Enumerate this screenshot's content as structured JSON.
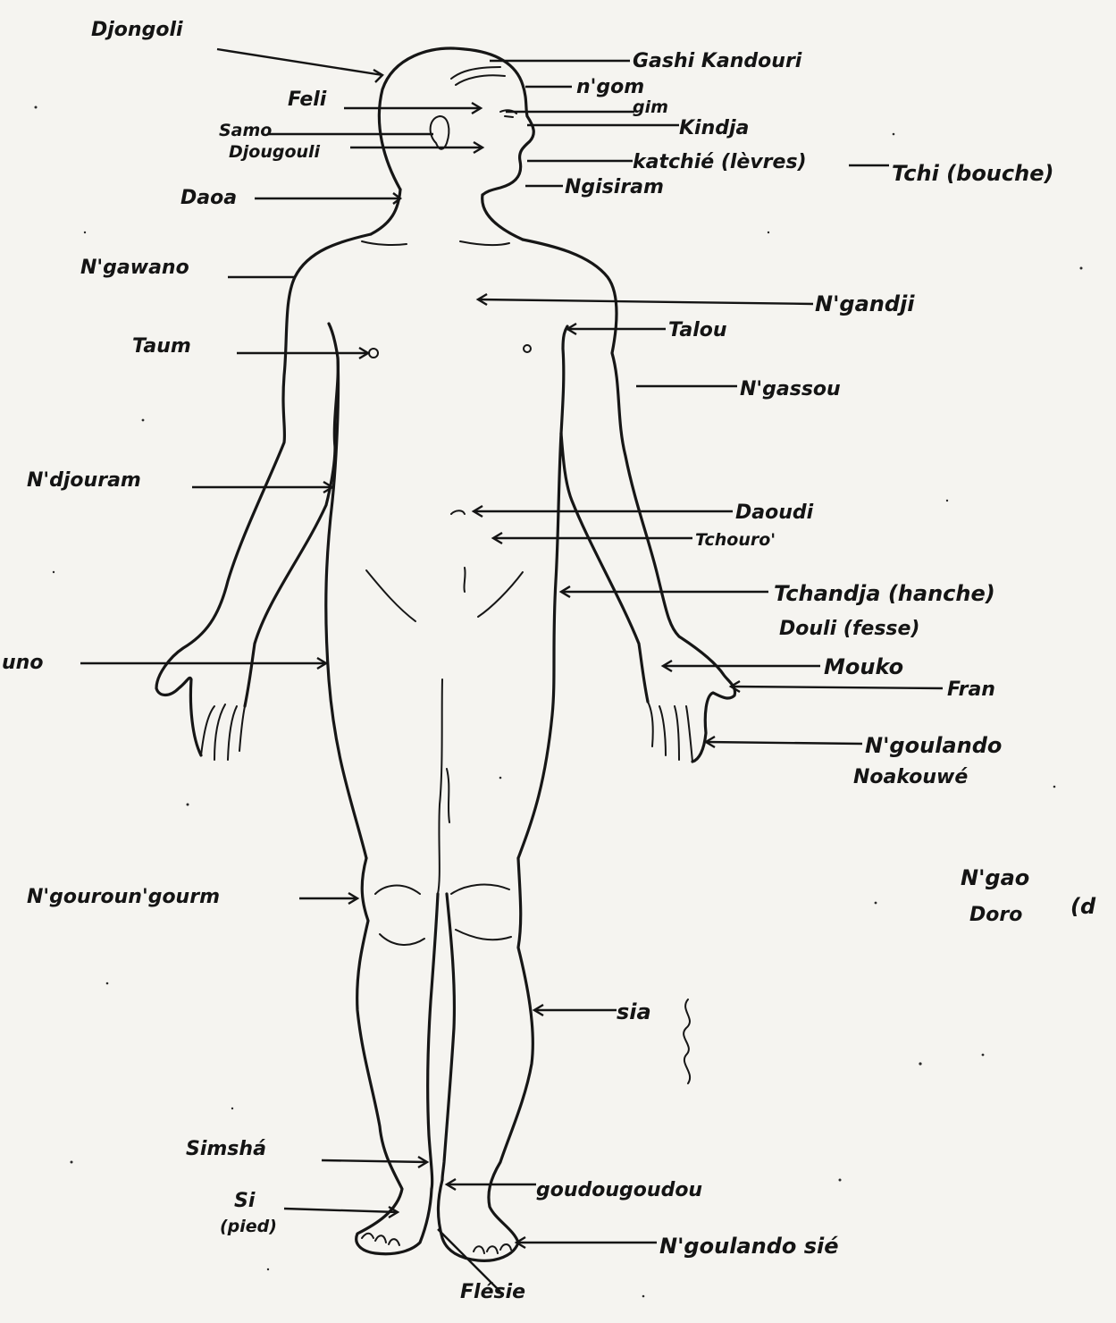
{
  "labels": {
    "djongoli": "Djongoli",
    "gashi_kandouri": "Gashi Kandouri",
    "ngom": "n'gom",
    "feli": "Feli",
    "gim": "gim",
    "samo": "Samo",
    "kindja": "Kindja",
    "djougouli": "Djougouli",
    "katchie": "katchié (lèvres)",
    "tchi": "Tchi (bouche)",
    "ngisiram": "Ngisiram",
    "daoa": "Daoa",
    "ngawano": "N'gawano",
    "ngandji": "N'gandji",
    "taum": "Taum",
    "talou": "Talou",
    "ngassou": "N'gassou",
    "ndjouram": "N'djouram",
    "daoudi": "Daoudi",
    "tchouro": "Tchouro'",
    "tchandja": "Tchandja (hanche)",
    "douli": "Douli (fesse)",
    "uno": "uno",
    "mouko": "Mouko",
    "fran": "Fran",
    "ngoulando": "N'goulando",
    "noakouwe": "Noakouwé",
    "ngao": "N'gao",
    "doro": "Doro",
    "doro_tail": "(d",
    "ngouroun": "N'gouroun'gourm",
    "sia": "sia",
    "simsha": "Simshá",
    "si": "Si",
    "pied": "(pied)",
    "goudougoudou": "goudougoudou",
    "ngoulando_sie": "N'goulando sié",
    "flesie": "Flésie"
  }
}
